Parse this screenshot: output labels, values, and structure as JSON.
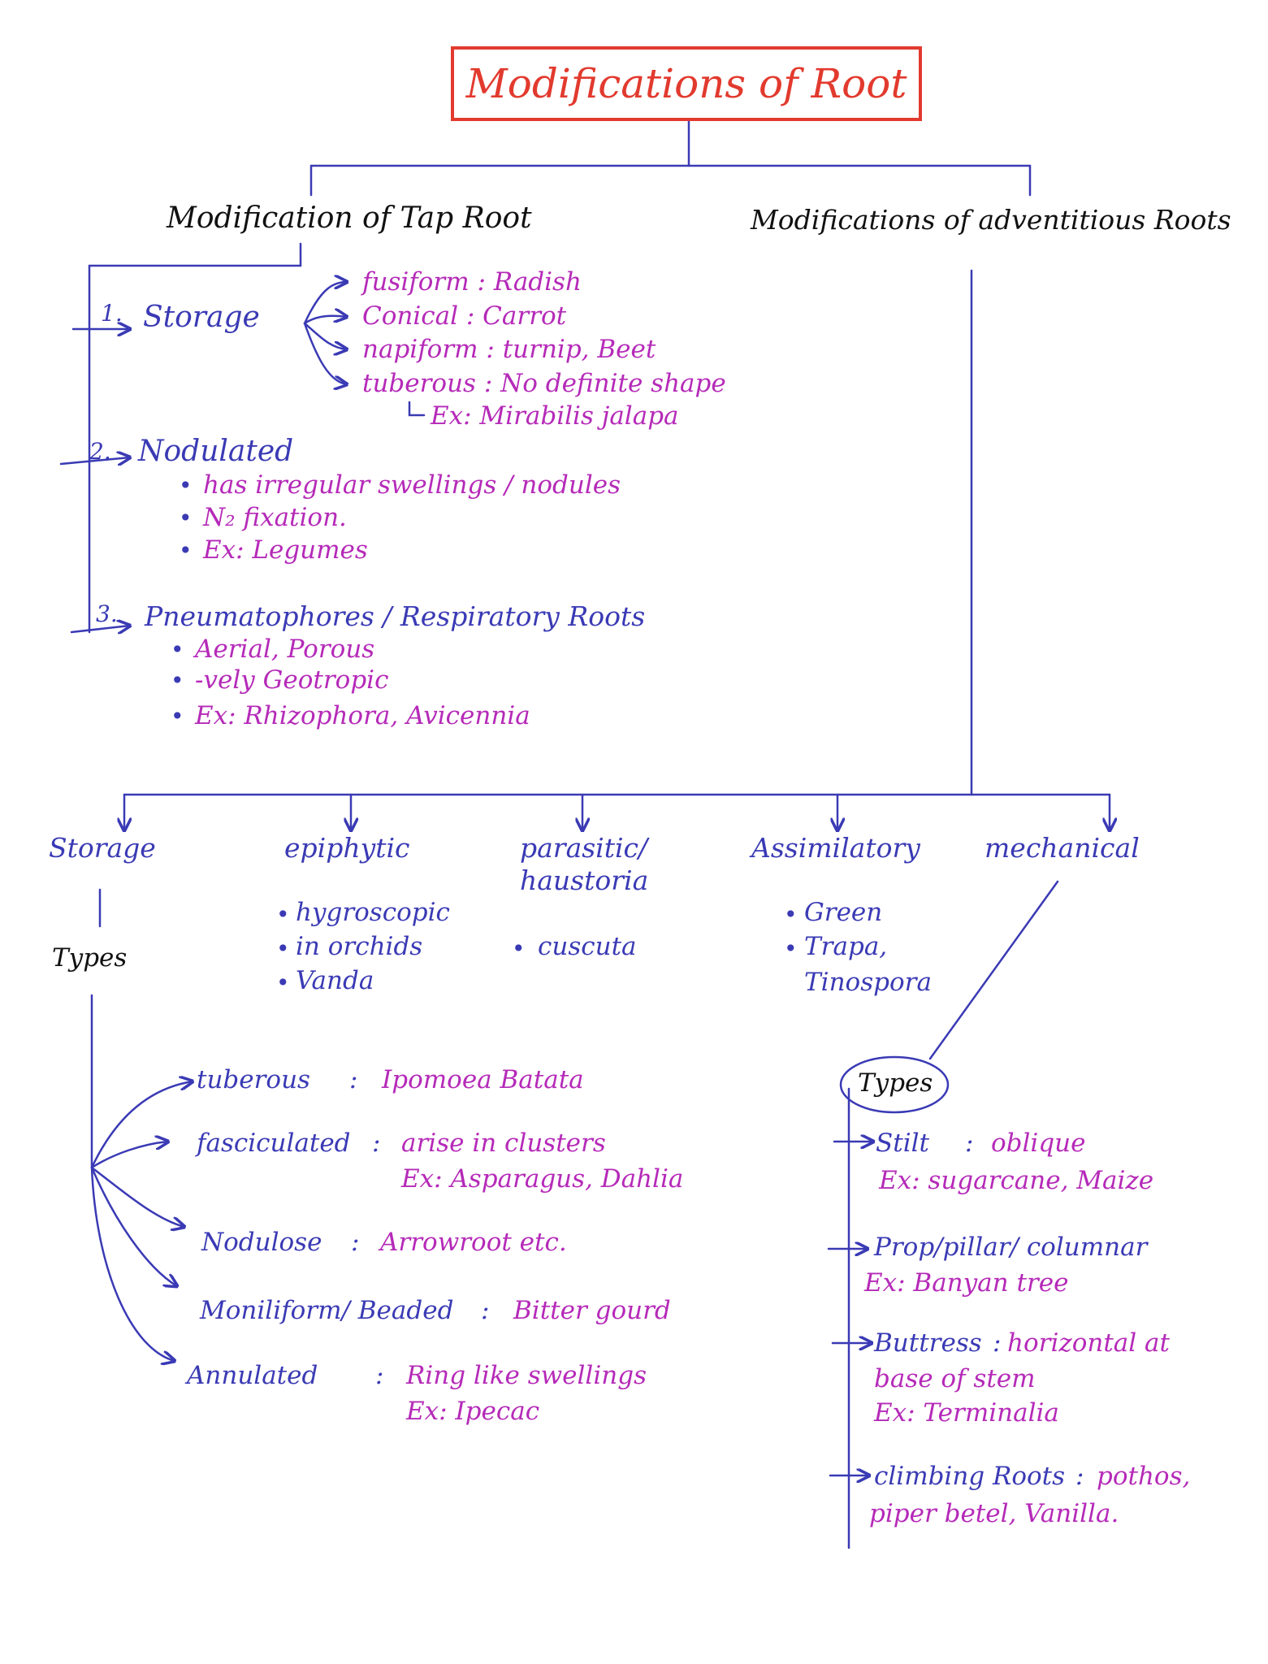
{
  "title": "Modifications of Root",
  "tap_root": {
    "heading": "Modification of Tap Root",
    "storage": {
      "number": "1.",
      "label": "Storage",
      "items": [
        "fusiform : Radish",
        "Conical : Carrot",
        "napiform : turnip, Beet",
        "tuberous : No definite shape"
      ],
      "example": "Ex: Mirabilis jalapa"
    },
    "nodulated": {
      "number": "2.",
      "label": "Nodulated",
      "bullets": [
        "has irregular swellings / nodules",
        "N₂ fixation.",
        "Ex: Legumes"
      ]
    },
    "pneumatophores": {
      "number": "3.",
      "label": "Pneumatophores / Respiratory Roots",
      "bullets": [
        "Aerial, Porous",
        "-vely Geotropic",
        "Ex: Rhizophora, Avicennia"
      ]
    }
  },
  "adventitious": {
    "heading": "Modifications of adventitious Roots",
    "categories": {
      "storage": "Storage",
      "epiphytic": "epiphytic",
      "parasitic_line1": "parasitic/",
      "parasitic_line2": "haustoria",
      "assimilatory": "Assimilatory",
      "mechanical": "mechanical"
    },
    "epiphytic_bullets": [
      "hygroscopic",
      "in orchids",
      "Vanda"
    ],
    "parasitic_bullets": [
      "cuscuta"
    ],
    "assimilatory_bullets": [
      "Green",
      "Trapa,"
    ],
    "assimilatory_extra": "Tinospora",
    "storage_types_label": "Types",
    "storage_types": [
      {
        "name": "tuberous",
        "sep": ":",
        "desc": "Ipomoea Batata",
        "example": ""
      },
      {
        "name": "fasciculated",
        "sep": ":",
        "desc": "arise in clusters",
        "example": "Ex: Asparagus, Dahlia"
      },
      {
        "name": "Nodulose",
        "sep": ":",
        "desc": "Arrowroot etc.",
        "example": ""
      },
      {
        "name": "Moniliform/ Beaded",
        "sep": ":",
        "desc": "Bitter gourd",
        "example": ""
      },
      {
        "name": "Annulated",
        "sep": ":",
        "desc": "Ring like swellings",
        "example": "Ex: Ipecac"
      }
    ],
    "mechanical_types_label": "Types",
    "mechanical_types": [
      {
        "name": "Stilt",
        "desc": "oblique",
        "line2": "Ex: sugarcane, Maize",
        "line3": ""
      },
      {
        "name": "Prop/pillar/ columnar",
        "desc": "",
        "line2": "Ex: Banyan tree",
        "line3": ""
      },
      {
        "name": "Buttress",
        "desc": "horizontal at",
        "line2": "base of stem",
        "line3": "Ex: Terminalia"
      },
      {
        "name": "climbing Roots",
        "desc": "pothos,",
        "line2": "piper betel, Vanilla.",
        "line3": ""
      }
    ]
  },
  "colors": {
    "title": "#e23a2e",
    "lines": "#3a3ab5",
    "examples": "#b52ab8",
    "headings": "#111111"
  },
  "icons": [
    "arrow-right-icon",
    "arrow-down-icon",
    "bullet-dot-icon",
    "curved-arrow-icon"
  ]
}
